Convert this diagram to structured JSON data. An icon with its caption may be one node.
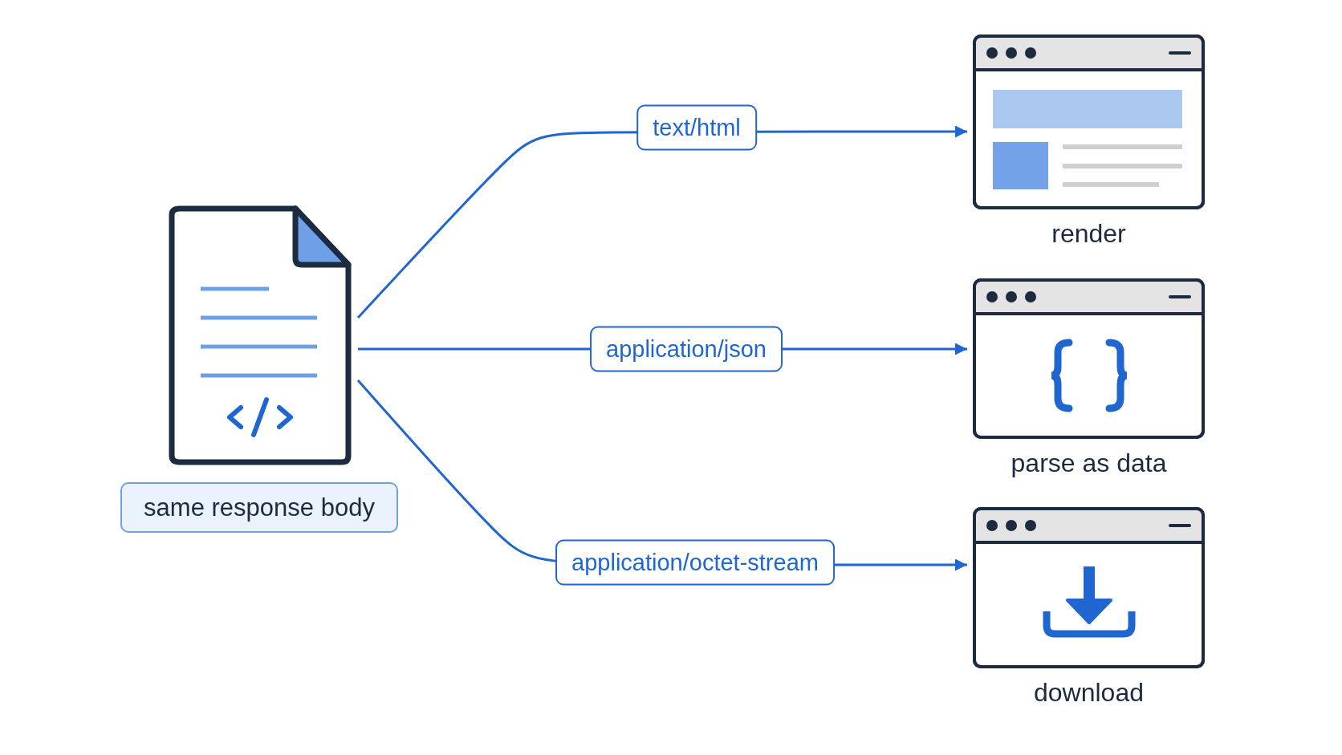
{
  "diagram": {
    "nodes": [
      {
        "text": [],
        "shape": "picture"
      },
      {
        "text": [
          "same response body"
        ]
      },
      {
        "text": [
          "render"
        ]
      },
      {
        "text": [
          "parse as data"
        ]
      },
      {
        "text": [
          "download"
        ]
      }
    ],
    "edges": [
      {
        "from": 0,
        "to": 2,
        "arrow": "to",
        "label": "text/html"
      },
      {
        "from": 0,
        "to": 3,
        "arrow": "to",
        "label": "application/json"
      },
      {
        "from": 0,
        "to": 4,
        "arrow": "to",
        "label": "application/octet-stream"
      }
    ]
  }
}
